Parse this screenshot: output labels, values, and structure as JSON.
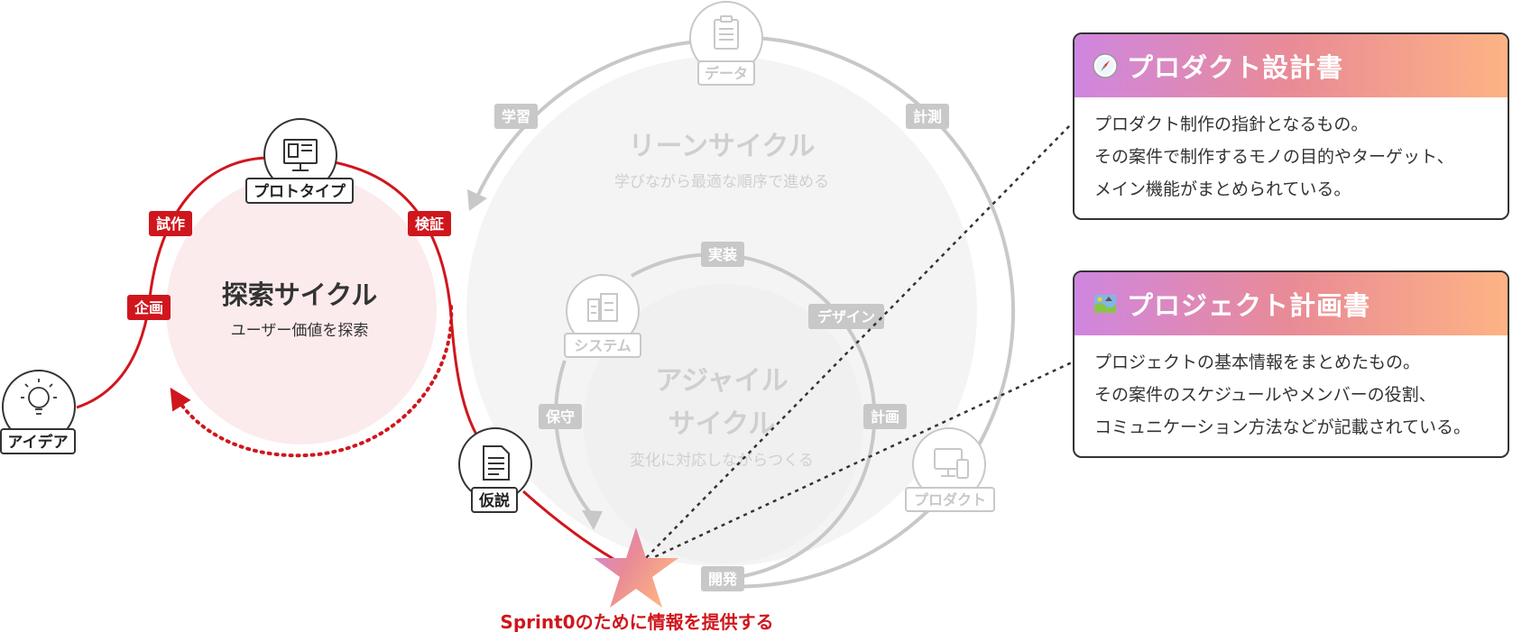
{
  "explore_cycle": {
    "title": "探索サイクル",
    "subtitle": "ユーザー価値を探索",
    "phases": {
      "prototype_make": "試作",
      "verify": "検証",
      "plan": "企画"
    },
    "nodes": {
      "idea": "アイデア",
      "prototype": "プロトタイプ",
      "hypothesis": "仮説"
    }
  },
  "lean_cycle": {
    "title": "リーンサイクル",
    "subtitle": "学びながら最適な順序で進める",
    "phases": {
      "learn": "学習",
      "measure": "計測"
    },
    "nodes": {
      "data": "データ",
      "product": "プロダクト"
    }
  },
  "agile_cycle": {
    "title_line1": "アジャイル",
    "title_line2": "サイクル",
    "subtitle": "変化に対応しながらつくる",
    "phases": {
      "implement": "実装",
      "design": "デザイン",
      "maintain": "保守",
      "planning": "計画",
      "develop": "開発"
    },
    "nodes": {
      "system": "システム"
    }
  },
  "sprint_caption": "Sprint0のために情報を提供する",
  "cards": [
    {
      "icon": "compass-icon",
      "title": "プロダクト設計書",
      "lines": [
        "プロダクト制作の指針となるもの。",
        "その案件で制作するモノの目的やターゲット、",
        "メイン機能がまとめられている。"
      ]
    },
    {
      "icon": "map-icon",
      "title": "プロジェクト計画書",
      "lines": [
        "プロジェクトの基本情報をまとめたもの。",
        "その案件のスケジュールやメンバーの役割、",
        "コミュニケーション方法などが記載されている。"
      ]
    }
  ],
  "colors": {
    "accent_red": "#d0161d",
    "explore_fill": "#fcebec",
    "gray_fill": "#f4f4f4",
    "gray_line": "#c8c8c8",
    "gray_text": "#cfcfcf",
    "card_gradient": [
      "#cf86e0",
      "#e98b96",
      "#fdb384"
    ]
  }
}
